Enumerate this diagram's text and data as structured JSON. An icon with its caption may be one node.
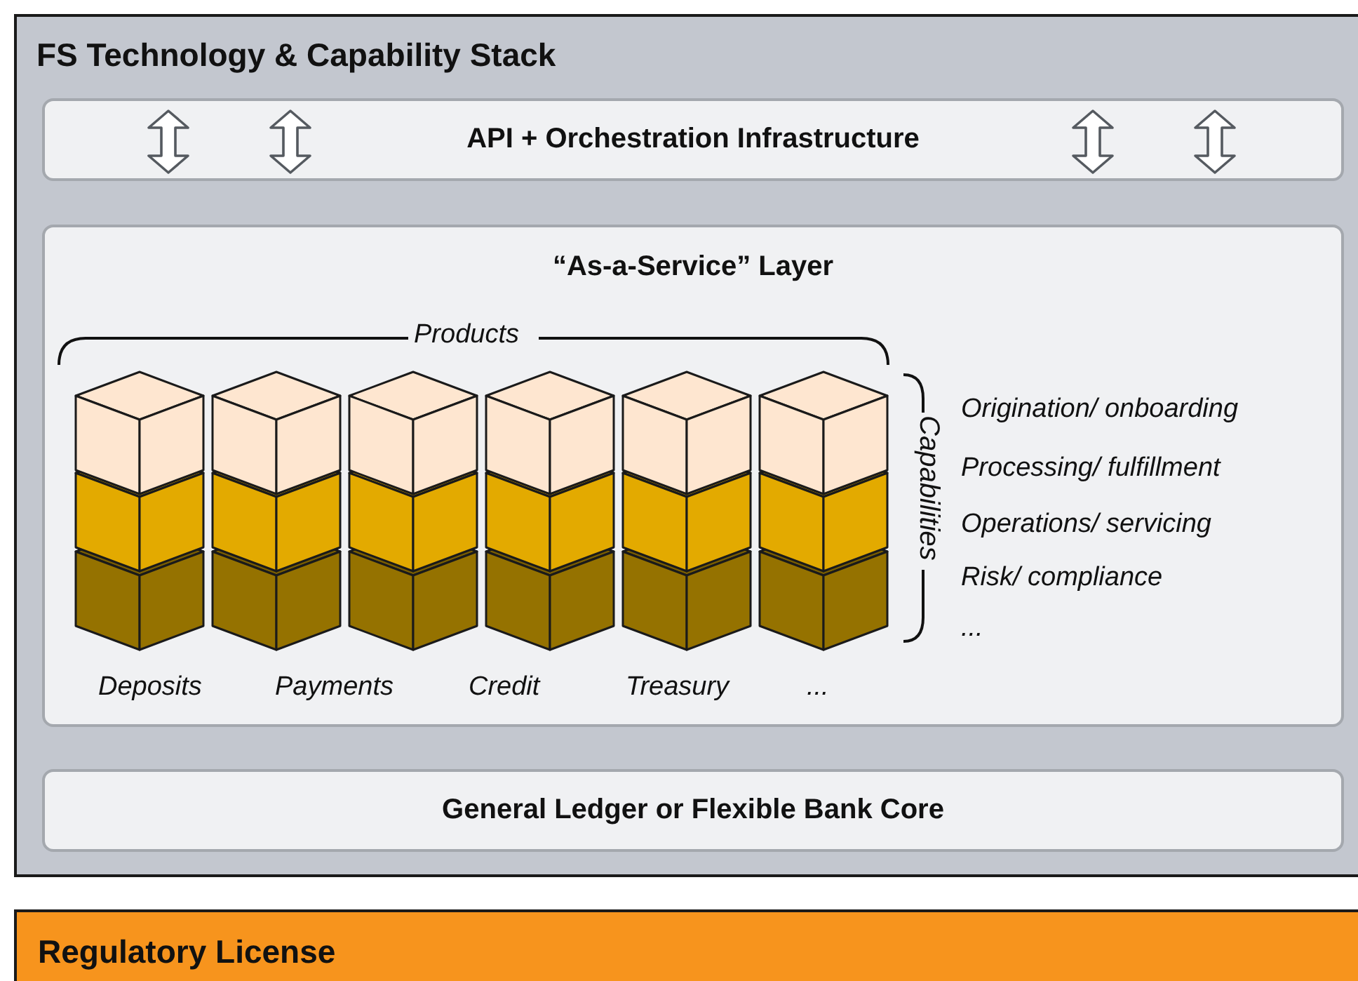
{
  "diagram": {
    "nodes": [
      {
        "text": [
          "FS Technology & Capability Stack"
        ]
      },
      {
        "text": [
          "API + Orchestration Infrastructure"
        ],
        "in": 0
      },
      {
        "text": [
          "“As-a-Service” Layer"
        ],
        "in": 0
      },
      {
        "text": [
          "General Ledger or Flexible Bank Core"
        ],
        "in": 0
      },
      {
        "text": [
          "Regulatory License"
        ]
      }
    ],
    "labels": [
      "Products",
      "Capabilities",
      "Origination/ onboarding",
      "Processing/ fulfillment",
      "Operations/ servicing",
      "Risk/ compliance",
      "...",
      "Deposits",
      "Payments",
      "Credit",
      "Treasury",
      "..."
    ]
  }
}
